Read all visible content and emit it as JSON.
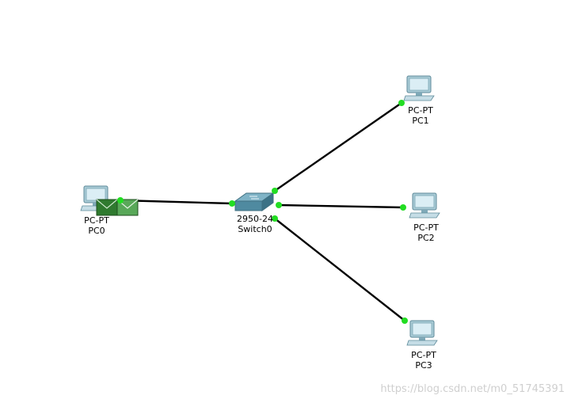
{
  "devices": [
    {
      "id": "pc0",
      "model": "PC-PT",
      "name": "PC0",
      "icon": "pc-icon"
    },
    {
      "id": "switch0",
      "model": "2950-24",
      "name": "Switch0",
      "icon": "switch-icon"
    },
    {
      "id": "pc1",
      "model": "PC-PT",
      "name": "PC1",
      "icon": "pc-icon"
    },
    {
      "id": "pc2",
      "model": "PC-PT",
      "name": "PC2",
      "icon": "pc-icon"
    },
    {
      "id": "pc3",
      "model": "PC-PT",
      "name": "PC3",
      "icon": "pc-icon"
    }
  ],
  "links": [
    {
      "from": "pc0",
      "to": "switch0",
      "status": "up"
    },
    {
      "from": "switch0",
      "to": "pc1",
      "status": "up"
    },
    {
      "from": "switch0",
      "to": "pc2",
      "status": "up"
    },
    {
      "from": "switch0",
      "to": "pc3",
      "status": "up"
    }
  ],
  "packet": {
    "icon": "envelope-icon",
    "at": "pc0"
  },
  "watermark": "https://blog.csdn.net/m0_51745391",
  "colors": {
    "link": "#000000",
    "port_up": "#22dd22",
    "pc_body": "#a9cbd6",
    "pc_screen": "#dbeef5",
    "switch_top": "#7fb3c6",
    "switch_side": "#4f8aa0",
    "envelope": "#3d8a3d"
  }
}
